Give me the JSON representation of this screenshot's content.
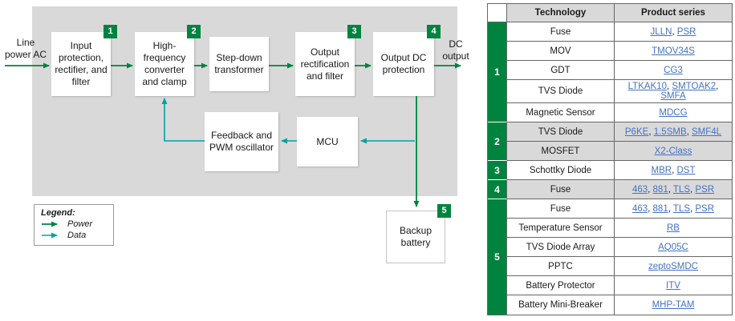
{
  "colors": {
    "power_green": "#00833E",
    "data_teal": "#00A3A3",
    "link_blue": "#4472C4",
    "panel_gray": "#D9D9D9",
    "border_gray": "#666666"
  },
  "diagram": {
    "input_label": "Line power AC",
    "output_label": "DC output",
    "blocks": [
      {
        "label": "Input protection, rectifier, and filter",
        "badge": "1"
      },
      {
        "label": "High-frequency converter and clamp",
        "badge": "2"
      },
      {
        "label": "Step-down transformer",
        "badge": null
      },
      {
        "label": "Output rectification and filter",
        "badge": "3"
      },
      {
        "label": "Output DC protection",
        "badge": "4"
      },
      {
        "label": "Feedback and PWM oscillator",
        "badge": null
      },
      {
        "label": "MCU",
        "badge": null
      },
      {
        "label": "Backup battery",
        "badge": "5"
      }
    ],
    "legend": {
      "title": "Legend:",
      "power_label": "Power",
      "data_label": "Data"
    }
  },
  "table": {
    "headers": [
      "Technology",
      "Product series"
    ],
    "groups": [
      {
        "number": "1",
        "shaded": false,
        "rows": [
          {
            "technology": "Fuse",
            "products": [
              "JLLN",
              "PSR"
            ]
          },
          {
            "technology": "MOV",
            "products": [
              "TMOV34S"
            ]
          },
          {
            "technology": "GDT",
            "products": [
              "CG3"
            ]
          },
          {
            "technology": "TVS Diode",
            "products": [
              "LTKAK10",
              "SMTOAK2",
              "SMFA"
            ]
          },
          {
            "technology": "Magnetic Sensor",
            "products": [
              "MDCG"
            ]
          }
        ]
      },
      {
        "number": "2",
        "shaded": true,
        "rows": [
          {
            "technology": "TVS Diode",
            "products": [
              "P6KE",
              "1.5SMB",
              "SMF4L"
            ]
          },
          {
            "technology": "MOSFET",
            "products": [
              "X2-Class"
            ]
          }
        ]
      },
      {
        "number": "3",
        "shaded": false,
        "rows": [
          {
            "technology": "Schottky Diode",
            "products": [
              "MBR",
              "DST"
            ]
          }
        ]
      },
      {
        "number": "4",
        "shaded": true,
        "rows": [
          {
            "technology": "Fuse",
            "products": [
              "463",
              "881",
              "TLS",
              "PSR"
            ]
          }
        ]
      },
      {
        "number": "5",
        "shaded": false,
        "rows": [
          {
            "technology": "Fuse",
            "products": [
              "463",
              "881",
              "TLS",
              "PSR"
            ]
          },
          {
            "technology": "Temperature Sensor",
            "products": [
              "RB"
            ]
          },
          {
            "technology": "TVS Diode Array",
            "products": [
              "AQ05C"
            ]
          },
          {
            "technology": "PPTC",
            "products": [
              "zeptoSMDC"
            ]
          },
          {
            "technology": "Battery Protector",
            "products": [
              "ITV"
            ]
          },
          {
            "technology": "Battery Mini-Breaker",
            "products": [
              "MHP-TAM"
            ]
          }
        ]
      }
    ]
  }
}
